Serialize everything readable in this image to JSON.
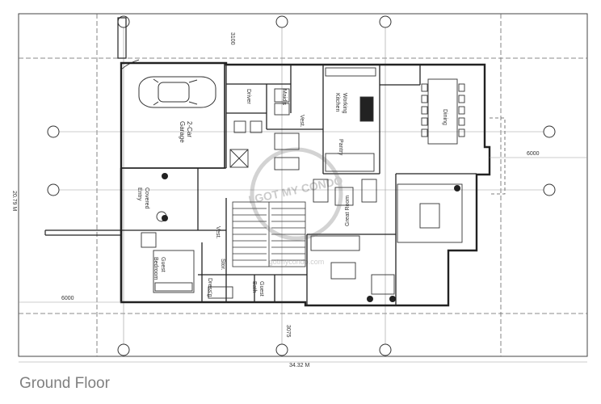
{
  "caption": "Ground Floor",
  "dimensions": {
    "overall_width": "34.32 M",
    "overall_depth": "20.79 M",
    "top_setback": "3100",
    "bottom_setback": "3075",
    "left_setback": "6000",
    "right_setback": "6000"
  },
  "rooms": {
    "garage": [
      "2-Car",
      "Garage"
    ],
    "driver": [
      "Driver"
    ],
    "maids": [
      "Maid's"
    ],
    "working_kitchen": [
      "Working",
      "Kitchen"
    ],
    "dining": [
      "Dining"
    ],
    "covered_entry": [
      "Covered",
      "Entry"
    ],
    "great_room": [
      "Great Room"
    ],
    "guest_bedroom": [
      "Guest",
      "Bedroom"
    ],
    "guest_bath": [
      "Guest",
      "Bath"
    ],
    "vest_top": [
      "Vest."
    ],
    "vest_stair": [
      "Vest."
    ],
    "pantry": [
      "Pantry"
    ],
    "storage": [
      "Stor."
    ],
    "dressing": [
      "Dress'g"
    ]
  },
  "watermark": "I GOT MY CONDO",
  "watermark_url": "gotmycondo.com"
}
